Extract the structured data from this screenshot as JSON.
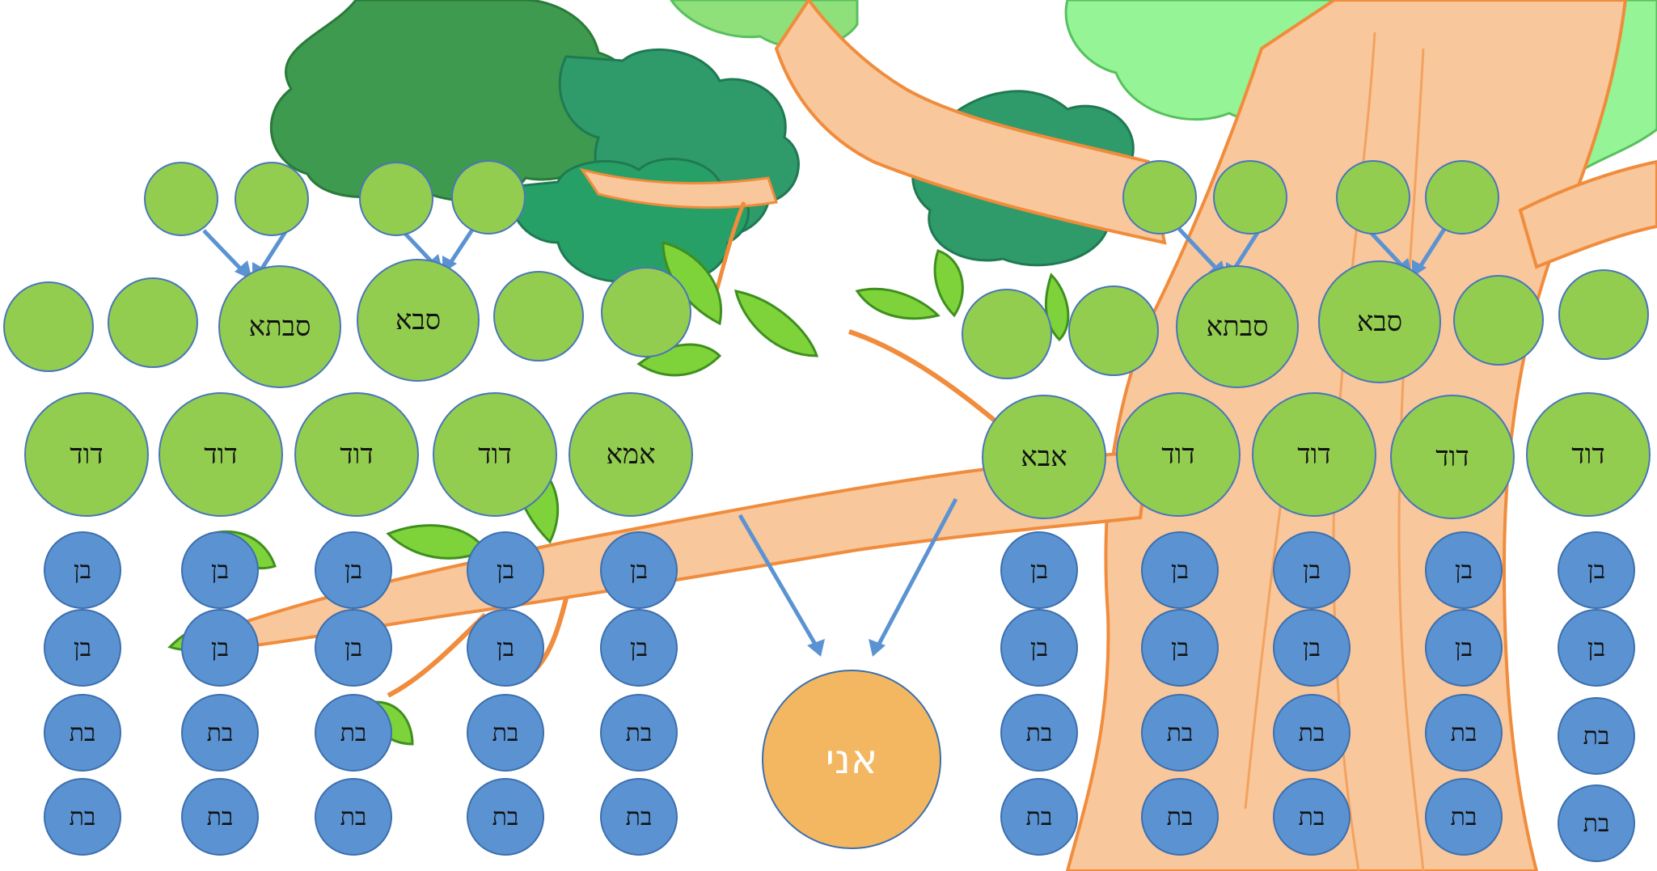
{
  "title": "",
  "labels": {
    "grandma": "סבתא",
    "grandpa": "סבא",
    "uncle": "דוד",
    "mom": "אמא",
    "dad": "אבא",
    "son": "בן",
    "daughter": "בת",
    "me": "אני"
  },
  "colors": {
    "green_node": "#92cd50",
    "blue_node": "#5b93d2",
    "me_node": "#f2b760",
    "arrow": "#5b93d2",
    "outline": "#4a76b8"
  },
  "icons": [
    "family-tree-background"
  ]
}
